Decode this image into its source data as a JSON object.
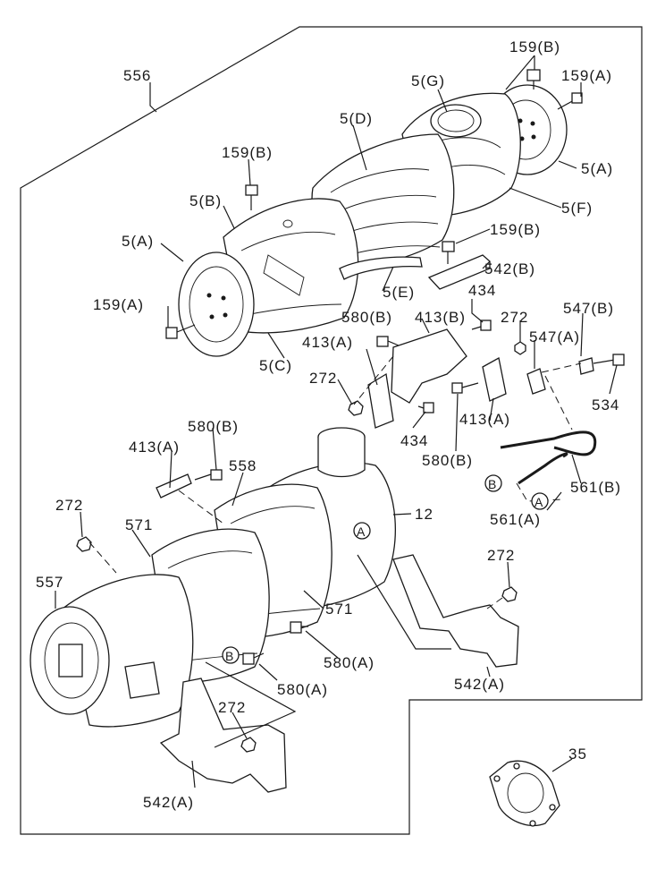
{
  "callouts": {
    "c556": "556",
    "c159B_top": "159(B)",
    "c159A_top": "159(A)",
    "c5G": "5(G)",
    "c5D": "5(D)",
    "c5A_right": "5(A)",
    "c5F": "5(F)",
    "c159B_mid": "159(B)",
    "c5B": "5(B)",
    "c159B_r": "159(B)",
    "c5A_left": "5(A)",
    "c542B": "542(B)",
    "c5E": "5(E)",
    "c159A_left": "159(A)",
    "c434_top": "434",
    "c5C": "5(C)",
    "c580B_a": "580(B)",
    "c413B": "413(B)",
    "c272_a": "272",
    "c547B": "547(B)",
    "c413A_a": "413(A)",
    "c547A": "547(A)",
    "c272_b": "272",
    "c534": "534",
    "c413A_b": "413(A)",
    "c434_bot": "434",
    "c580B_b": "580(B)",
    "c580B_c": "580(B)",
    "c413A_c": "413(A)",
    "c558": "558",
    "c561B": "561(B)",
    "c561A": "561(A)",
    "c272_c": "272",
    "c12": "12",
    "c571_a": "571",
    "c557": "557",
    "c272_d": "272",
    "c571_b": "571",
    "c580A_a": "580(A)",
    "c580A_b": "580(A)",
    "c542A_r": "542(A)",
    "c272_e": "272",
    "c35": "35",
    "c542A_l": "542(A)"
  },
  "markers": {
    "A1": "A",
    "A2": "A",
    "B1": "B",
    "B2": "B"
  }
}
